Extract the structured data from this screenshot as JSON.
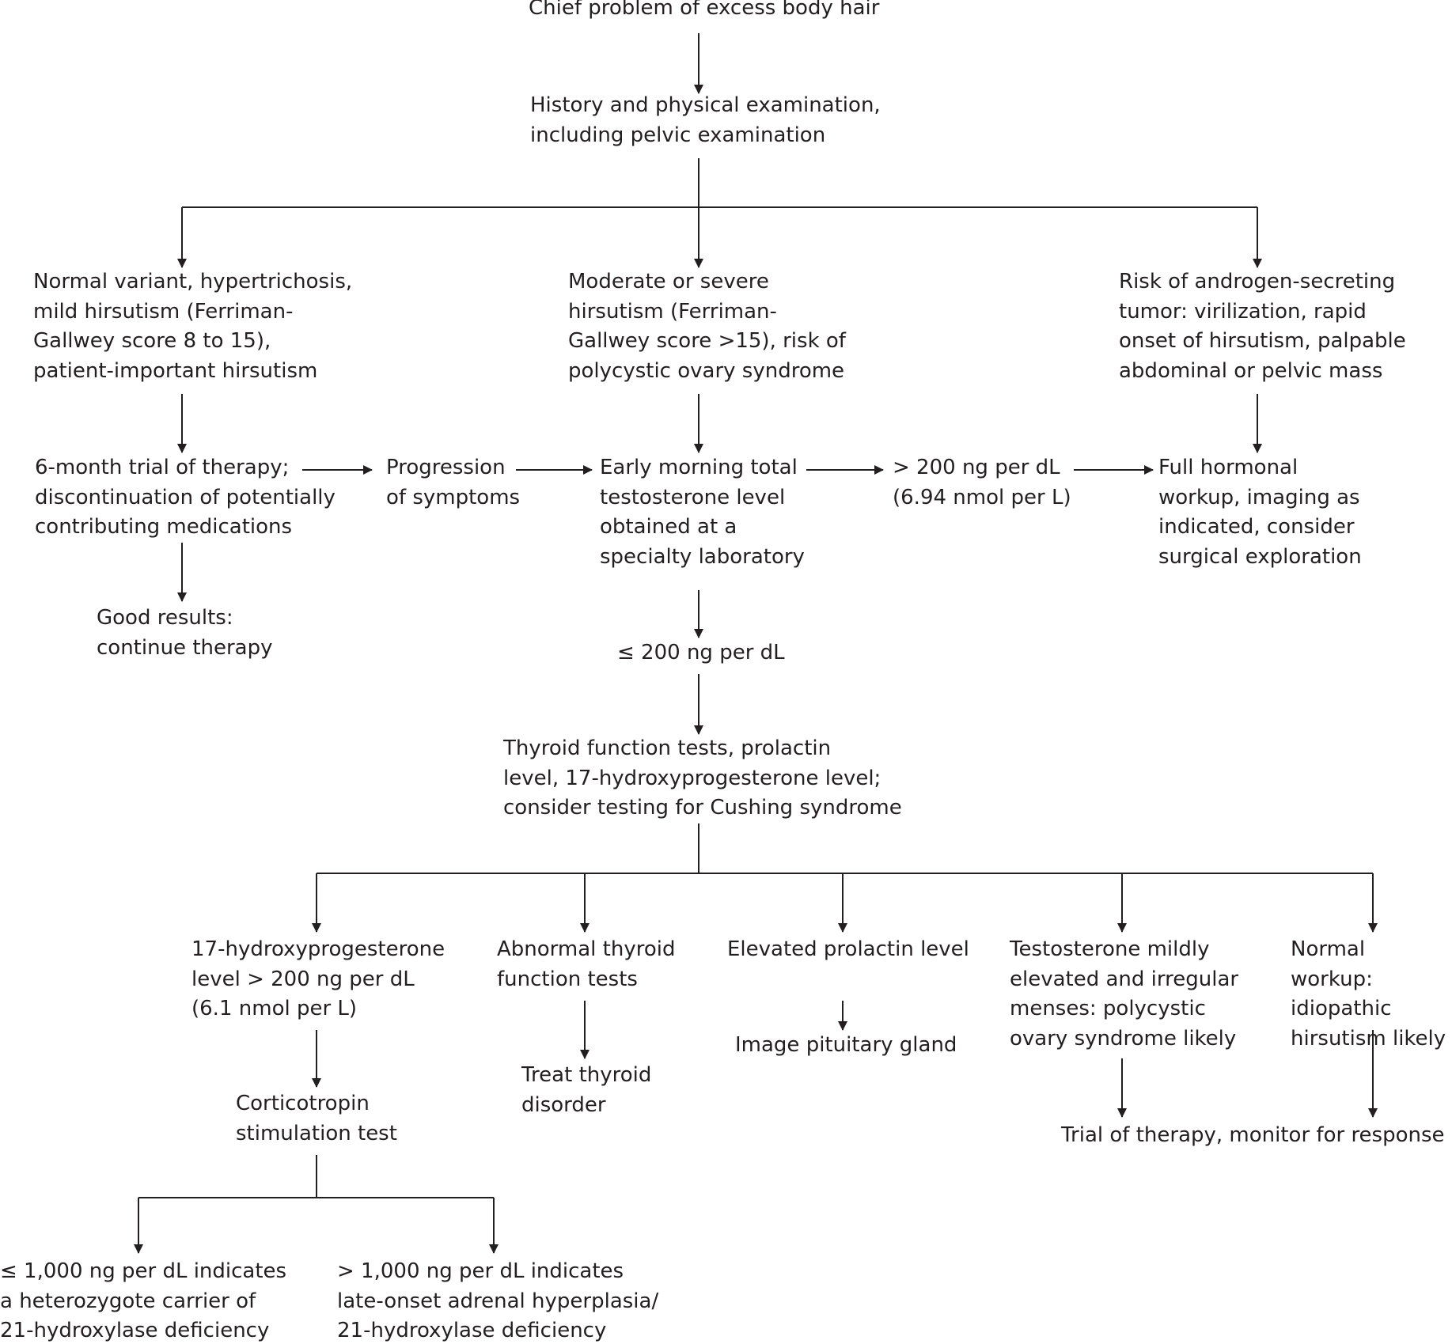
{
  "diagram": {
    "nodes": {
      "chief": "Chief problem of excess body hair",
      "history": "History and physical examination,\nincluding pelvic examination",
      "normal_variant": "Normal variant, hypertrichosis,\nmild hirsutism (Ferriman-\nGallwey score 8 to 15),\npatient-important hirsutism",
      "moderate": "Moderate or severe\nhirsutism (Ferriman-\nGallwey score >15), risk of\npolycystic ovary syndrome",
      "tumor_risk": "Risk of androgen-secreting\ntumor: virilization, rapid\nonset of hirsutism, palpable\nabdominal or pelvic mass",
      "trial": "6-month trial of therapy;\ndiscontinuation of potentially\ncontributing medications",
      "progression": "Progression\nof symptoms",
      "testosterone": "Early morning total\ntestosterone level\nobtained at a\nspecialty laboratory",
      "gt200": "> 200 ng per dL\n(6.94 nmol per L)",
      "full_workup": "Full hormonal\nworkup, imaging as\nindicated, consider\nsurgical exploration",
      "good_results": "Good results:\ncontinue therapy",
      "le200": "≤ 200 ng per dL",
      "thyroid_tests": "Thyroid function tests, prolactin\nlevel, 17-hydroxyprogesterone level;\nconsider testing for Cushing syndrome",
      "hydroxy": "17-hydroxyprogesterone\nlevel > 200 ng per dL\n(6.1 nmol per L)",
      "abnormal_thyroid": "Abnormal thyroid\nfunction tests",
      "prolactin": "Elevated prolactin level",
      "pcos": "Testosterone mildly\nelevated and irregular\nmenses: polycystic\novary syndrome likely",
      "normal_workup": "Normal workup:\nidiopathic\nhirsutism likely",
      "corticotropin": "Corticotropin\nstimulation test",
      "treat_thyroid": "Treat thyroid\ndisorder",
      "pituitary": "Image pituitary gland",
      "trial_monitor": "Trial of therapy, monitor for response",
      "carrier": "≤ 1,000 ng per dL indicates\na heterozygote carrier of\n21-hydroxylase deficiency",
      "late_onset": "> 1,000 ng per dL indicates\nlate-onset adrenal hyperplasia/\n21-hydroxylase deficiency"
    },
    "colors": {
      "line": "#231f20",
      "text": "#231f20",
      "background": "#ffffff"
    }
  }
}
